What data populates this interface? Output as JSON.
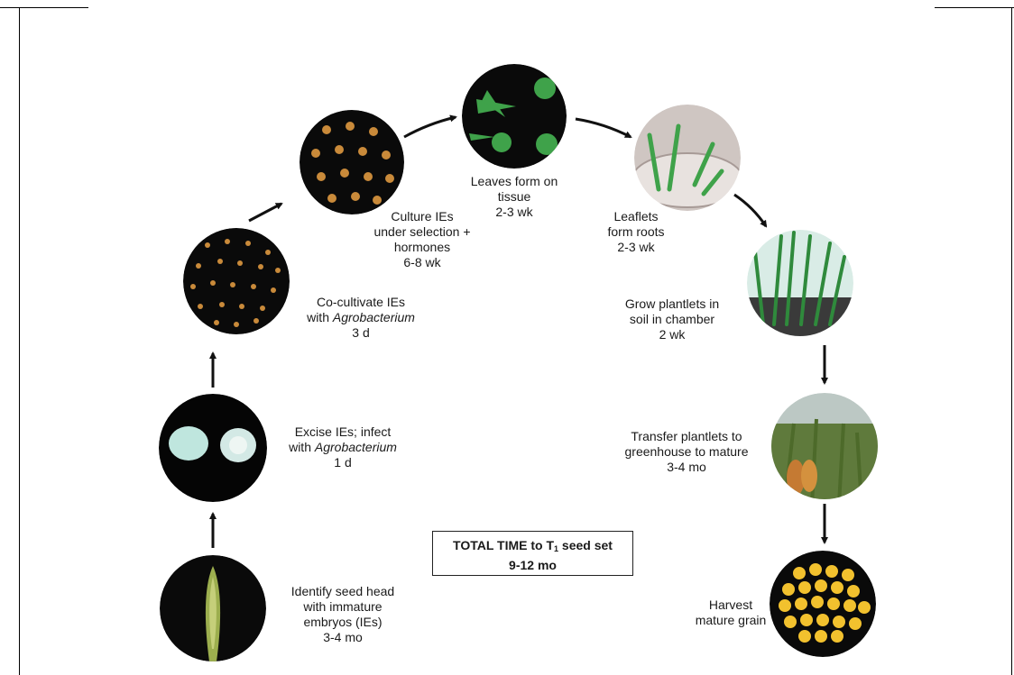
{
  "diagram": {
    "steps": [
      {
        "id": "identify",
        "lines": [
          "Identify seed head",
          "with immature",
          "embryos (IEs)",
          "3-4 mo"
        ],
        "italic_line": -1,
        "image": "sorghum-seed-head-photo"
      },
      {
        "id": "excise",
        "lines": [
          "Excise IEs; infect",
          "with",
          "1 d"
        ],
        "italic_word": "Agrobacterium",
        "image": "excised-embryos-photo"
      },
      {
        "id": "cocultivate",
        "lines": [
          "Co-cultivate IEs",
          "with",
          "3 d"
        ],
        "italic_word": "Agrobacterium",
        "image": "embryos-on-plate-photo"
      },
      {
        "id": "culture",
        "lines": [
          "Culture IEs",
          "under selection +",
          "hormones",
          "6-8 wk"
        ],
        "image": "callus-culture-photo"
      },
      {
        "id": "leaves",
        "lines": [
          "Leaves form on",
          "tissue",
          "2-3 wk"
        ],
        "image": "leaf-formation-photo"
      },
      {
        "id": "roots",
        "lines": [
          "Leaflets",
          "form roots",
          "2-3 wk"
        ],
        "image": "rooting-petri-dish-photo"
      },
      {
        "id": "grow",
        "lines": [
          "Grow plantlets in",
          "soil in chamber",
          "2 wk"
        ],
        "image": "plantlets-in-soil-photo"
      },
      {
        "id": "transfer",
        "lines": [
          "Transfer plantlets to",
          "greenhouse to mature",
          "3-4 mo"
        ],
        "image": "greenhouse-plants-photo"
      },
      {
        "id": "harvest",
        "lines": [
          "Harvest",
          "mature grain"
        ],
        "image": "harvested-grain-photo"
      }
    ],
    "total": {
      "label_prefix": "TOTAL TIME to T",
      "label_sub": "1",
      "label_suffix": " seed set",
      "duration": "9-12 mo"
    },
    "colors": {
      "disc_background": "#0a0a0a",
      "arrow": "#111111",
      "embryo": "#bfe6de",
      "callus": "#c98a3a",
      "leaf_green": "#3fa24a",
      "grain_yellow": "#f2c12e"
    }
  }
}
